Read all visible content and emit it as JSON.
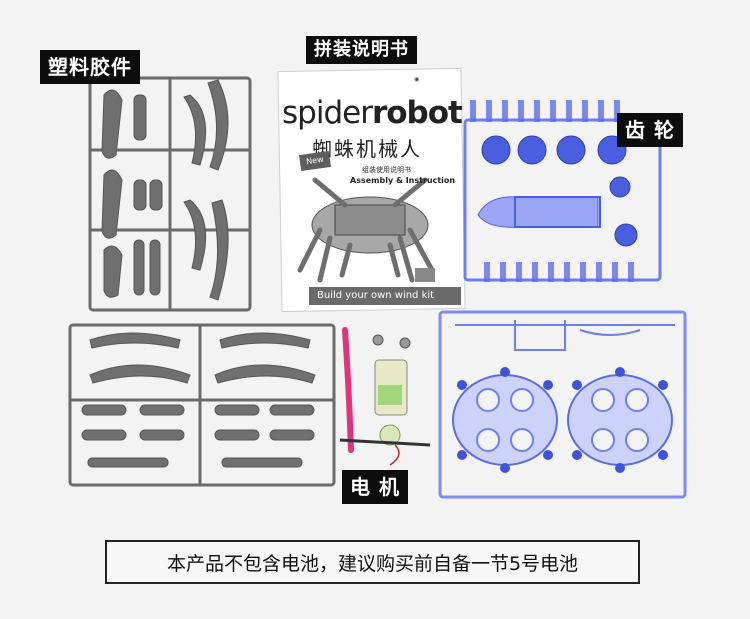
{
  "labels": {
    "plastic_parts": "塑料胶件",
    "manual": "拼装说明书",
    "gears": "齿 轮",
    "motor": "电 机"
  },
  "manual": {
    "title_light": "spider",
    "title_bold": "robot",
    "title_cn": "蜘蛛机械人",
    "subtitle_cn": "组装使用说明书",
    "subtitle_en": "Assembly & Instruction",
    "badge": "New",
    "footer": "Build your own wind kit"
  },
  "notice": "本产品不包含电池，建议购买前自备一节5号电池",
  "colors": {
    "background": "#f3f3f4",
    "grey_sprue": "#6b6b6b",
    "blue_parts": "#4a5fe0",
    "label_bg": "#0d0d0d"
  }
}
